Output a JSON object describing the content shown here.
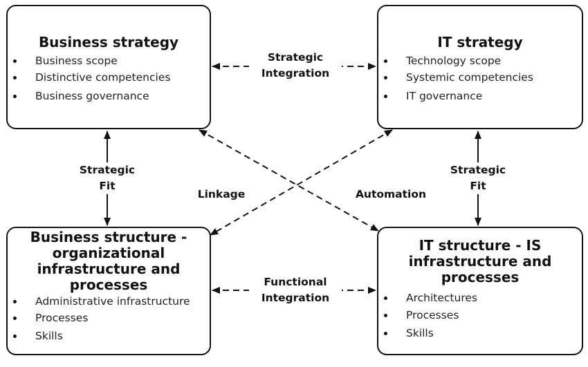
{
  "boxes": {
    "business_strategy": {
      "title": "Business strategy",
      "items": [
        "Business scope",
        "Distinctive competencies",
        "Business governance"
      ]
    },
    "it_strategy": {
      "title": "IT strategy",
      "items": [
        "Technology scope",
        "Systemic competencies",
        "IT governance"
      ]
    },
    "business_structure": {
      "title_lines": [
        "Business structure -",
        "organizational",
        "infrastructure and",
        "processes"
      ],
      "items": [
        "Administrative infrastructure",
        "Processes",
        "Skills"
      ]
    },
    "it_structure": {
      "title_lines": [
        "IT structure - IS",
        "infrastructure and",
        "processes"
      ],
      "items": [
        "Architectures",
        "Processes",
        "Skills"
      ]
    }
  },
  "labels": {
    "strategic_integration": [
      "Strategic",
      "Integration"
    ],
    "functional_integration": [
      "Functional",
      "Integration"
    ],
    "strategic_fit_left": [
      "Strategic",
      "Fit"
    ],
    "strategic_fit_right": [
      "Strategic",
      "Fit"
    ],
    "linkage": "Linkage",
    "automation": "Automation"
  }
}
